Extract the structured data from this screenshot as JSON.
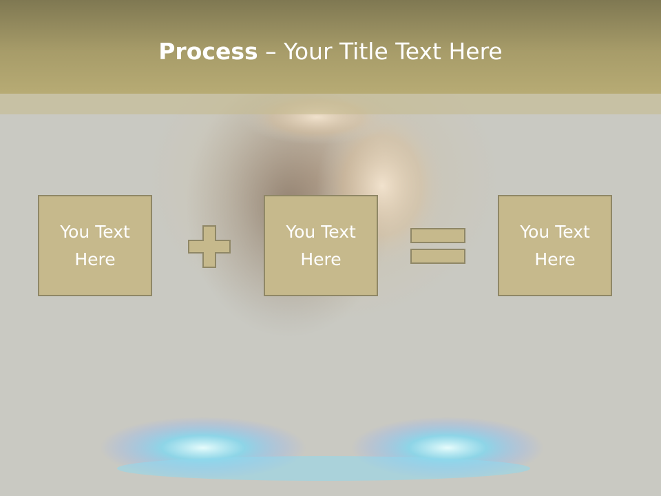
{
  "slide": {
    "title_bold": "Process",
    "title_separator": " – ",
    "title_rest": "Your Title Text Here"
  },
  "boxes": [
    {
      "text": "You Text\nHere"
    },
    {
      "text": "You Text\nHere"
    },
    {
      "text": "You Text\nHere"
    }
  ],
  "operators": [
    "plus-icon",
    "equals-icon"
  ],
  "colors": {
    "title_bar": "#a79c69",
    "box_fill": "#c6b98c",
    "box_border": "#8f8766",
    "background": "#c9c9c2",
    "flame": "#7fb6ff"
  }
}
